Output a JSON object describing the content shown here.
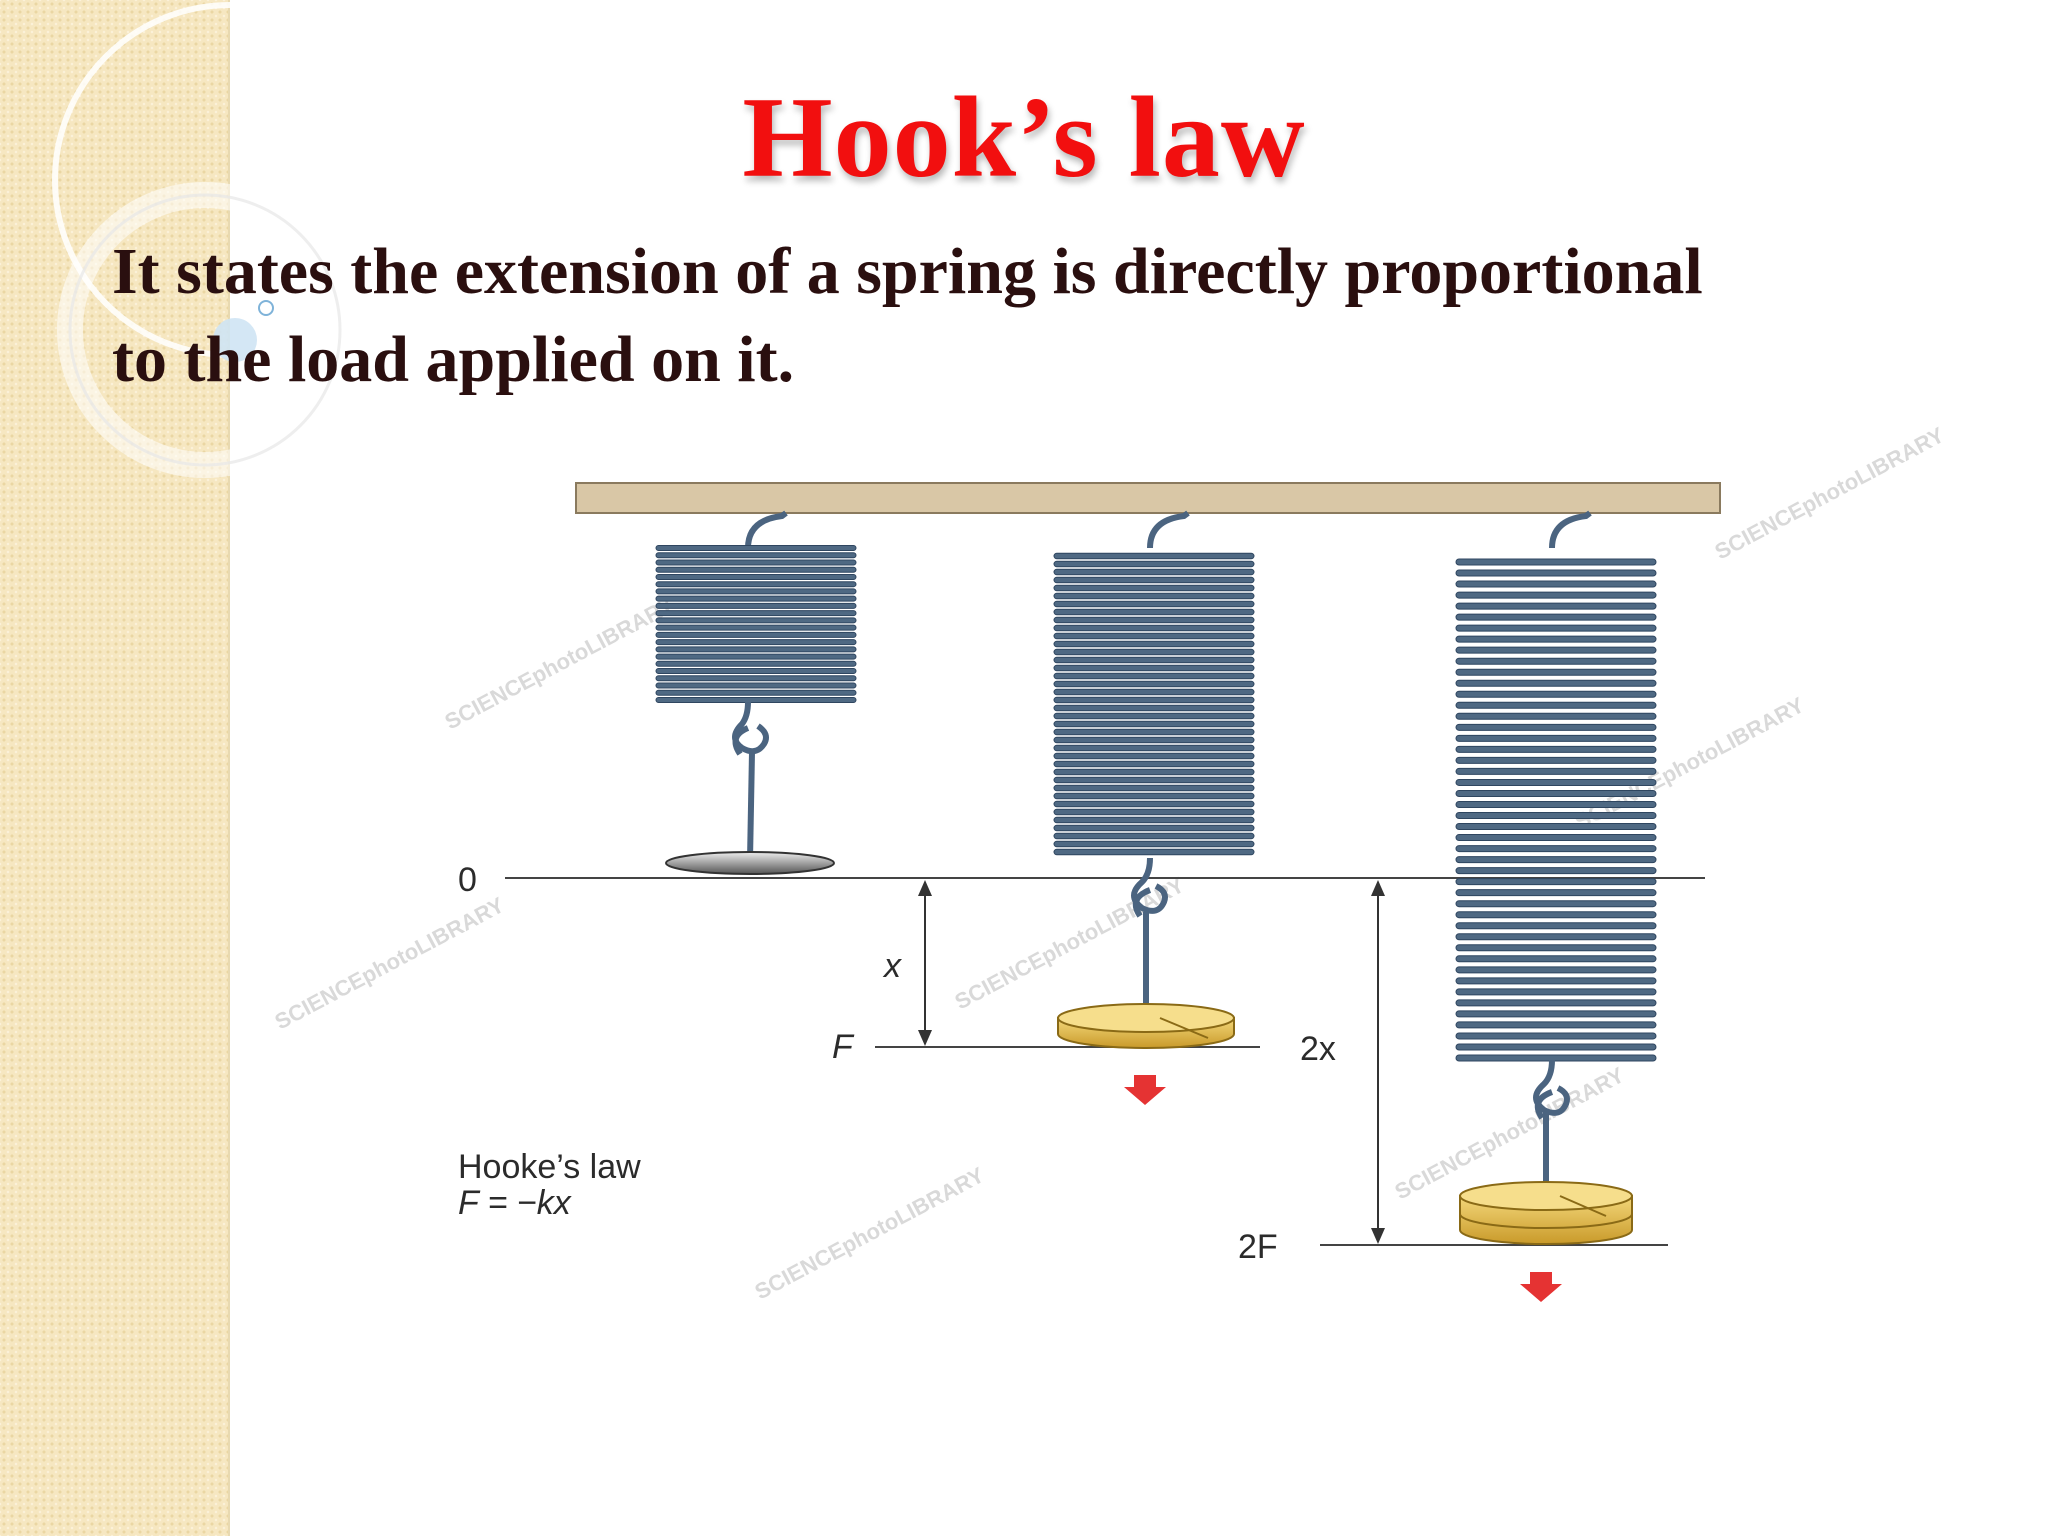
{
  "slide": {
    "title": "Hook’s law",
    "statement": "It states the extension of a spring is  directly proportional\nto the load applied on it."
  },
  "diagram": {
    "origin_label": "0",
    "extension_label": "x",
    "force_label": "F",
    "double_extension_label": "2x",
    "double_force_label": "2F",
    "law_name": "Hooke’s law",
    "law_formula": "F = −kx",
    "watermark": "SCIENCEphotoLIBRARY"
  },
  "colors": {
    "title": "#f20f0f",
    "text": "#2a0f0f",
    "ceiling": "#d9c7a6",
    "spring": "#5d7590",
    "weight": "#e8c25a",
    "arrow": "#e53333"
  }
}
